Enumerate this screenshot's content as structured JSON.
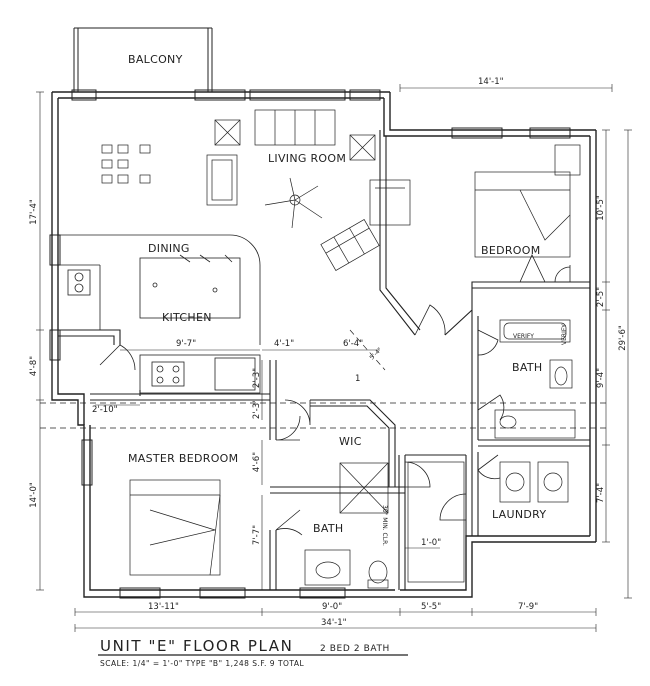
{
  "plan": {
    "title": "UNIT \"E\" FLOOR PLAN",
    "subtitle": "2 BED 2 BATH",
    "scale_line": "SCALE: 1/4\" = 1'-0\"   TYPE \"B\"   1,248 S.F.   9 TOTAL"
  },
  "rooms": {
    "balcony": "BALCONY",
    "living": "LIVING ROOM",
    "dining": "DINING",
    "kitchen": "KITCHEN",
    "bedroom": "BEDROOM",
    "bath1": "BATH",
    "master": "MASTER BEDROOM",
    "wic": "WIC",
    "bath2": "BATH",
    "laundry": "LAUNDRY"
  },
  "labels": {
    "verify1": "VERIFY",
    "verify2": "VERIFY",
    "shower": "30\" MIN. CLR.",
    "marker": "1"
  },
  "dims": {
    "top": "14'-1\"",
    "left_upper": "17'-4\"",
    "left_mid": "4'-8\"",
    "left_lower": "14'-0\"",
    "right_a": "10'-5\"",
    "right_b": "2'-5\"",
    "right_c": "9'-4\"",
    "right_d": "7'-4\"",
    "right_total": "29'-6\"",
    "kitchen_w": "9'-7\"",
    "d_4_1": "4'-1\"",
    "d_6_4": "6'-4\"",
    "d_5_4": "5'-4\"",
    "d_2_3a": "2'-3\"",
    "d_2_3b": "2'-3\"",
    "d_2_10": "2'-10\"",
    "d_4_6": "4'-6\"",
    "d_7_7": "7'-7\"",
    "d_1_0": "1'-0\"",
    "bottom_1": "13'-11\"",
    "bottom_2": "9'-0\"",
    "bottom_3": "5'-5\"",
    "bottom_4": "7'-9\"",
    "bottom_total": "34'-1\""
  }
}
